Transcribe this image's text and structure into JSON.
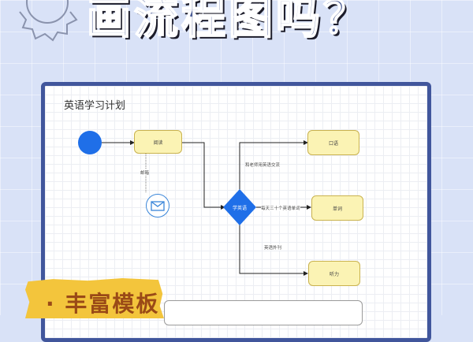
{
  "header": {
    "headline": "画流程图吗？",
    "decoration": "sun-icon"
  },
  "diagram": {
    "title": "英语学习计划",
    "nodes": {
      "start": {
        "type": "start-circle"
      },
      "reading": {
        "label": "阅读"
      },
      "email": {
        "type": "message-event",
        "icon": "envelope-icon"
      },
      "decision": {
        "label": "学英语"
      },
      "speaking": {
        "label": "口语"
      },
      "vocabulary": {
        "label": "单词"
      },
      "listening": {
        "label": "听力"
      }
    },
    "edges": {
      "reading_email": "邮箱",
      "to_speaking": "和老师用英语交流",
      "to_vocabulary": "每天三十个英语单词",
      "to_listening": "英语外刊"
    },
    "colors": {
      "frame": "#41569c",
      "node_fill": "#fbf3b4",
      "node_border": "#c9b24e",
      "accent_blue": "#1f6fe8"
    }
  },
  "footer": {
    "badge": "· 丰富模板"
  }
}
